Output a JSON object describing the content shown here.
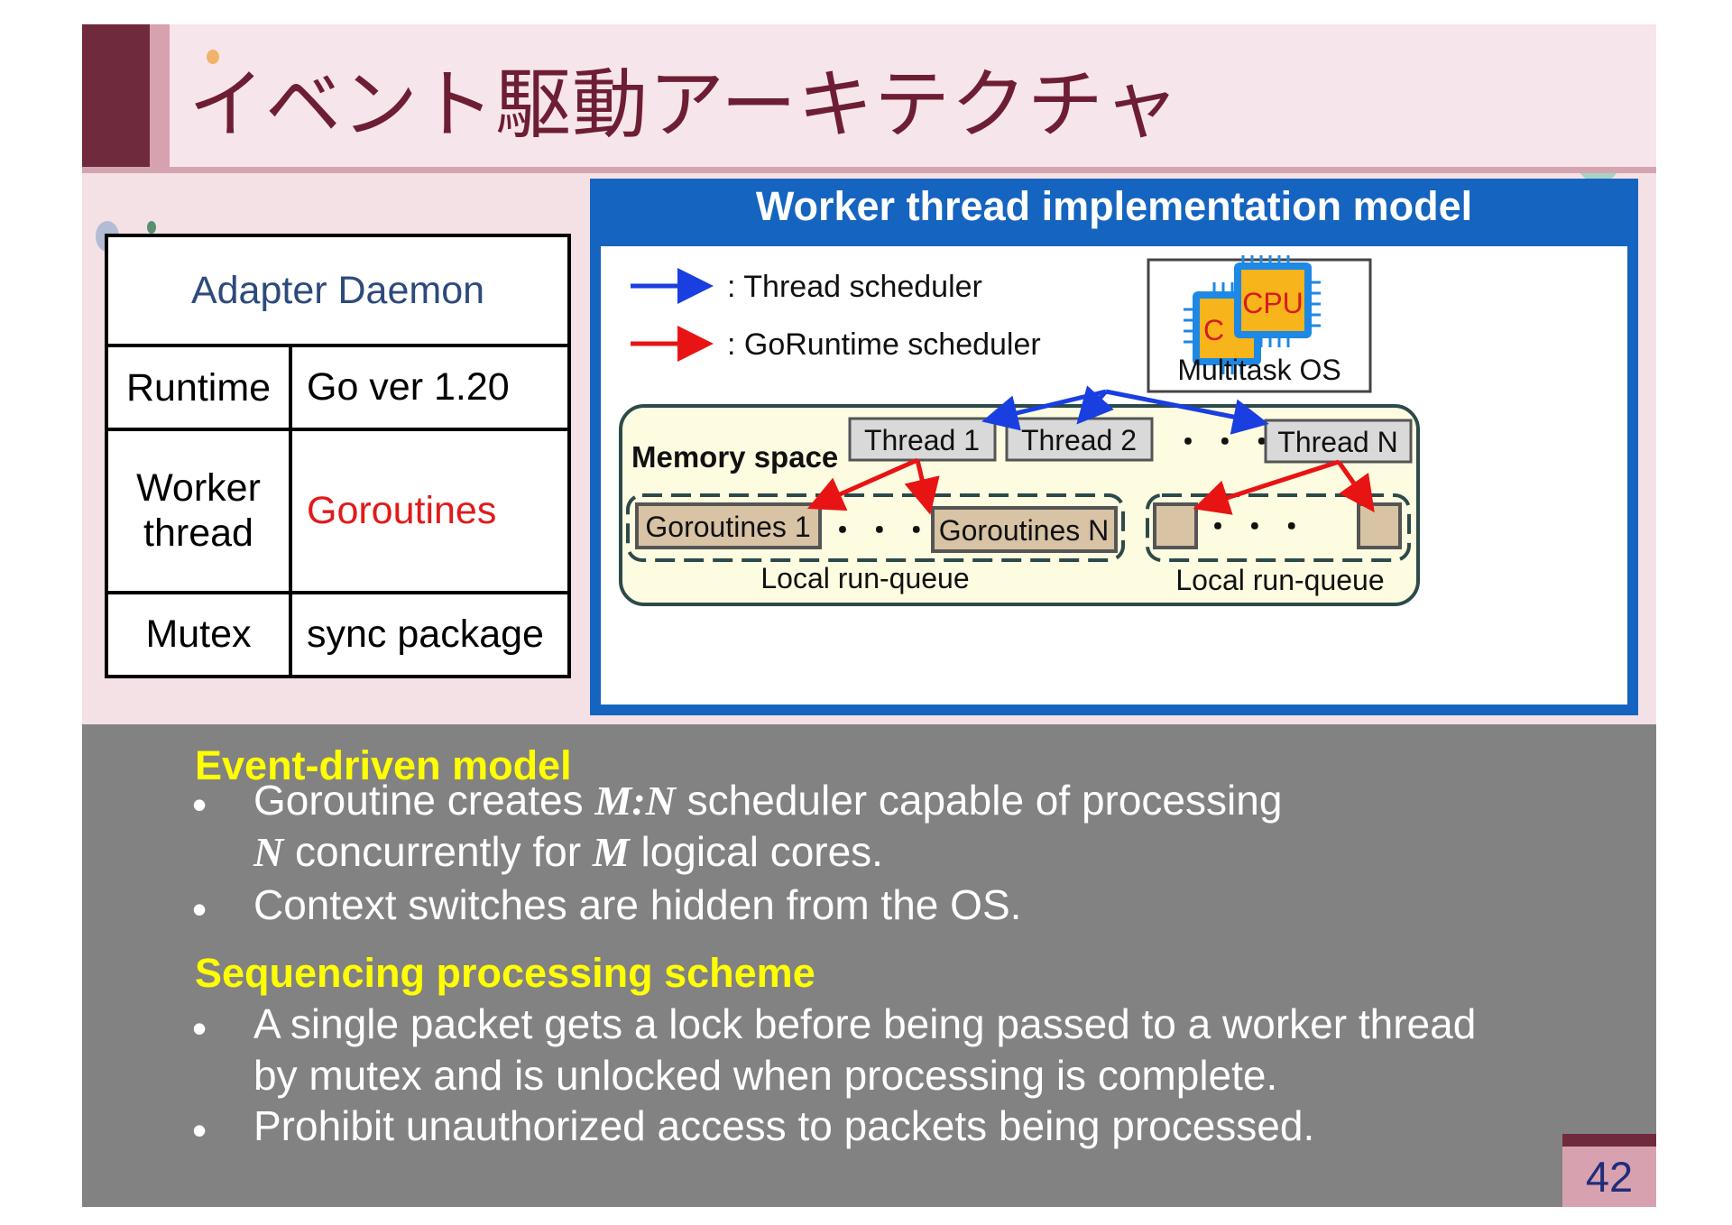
{
  "title": "イベント駆動アーキテクチャ",
  "adapter_table": {
    "header": "Adapter Daemon",
    "rows": [
      {
        "label": "Runtime",
        "value": "Go ver 1.20"
      },
      {
        "label": "Worker thread",
        "value": "Goroutines"
      },
      {
        "label": "Mutex",
        "value": "sync package"
      }
    ]
  },
  "model": {
    "title": "Worker thread implementation model",
    "legend": {
      "thread_scheduler": ": Thread scheduler",
      "goruntime_scheduler": ": GoRuntime scheduler"
    },
    "cpu": {
      "label": "Multitask OS",
      "chip_text": "CPU",
      "chip_back_text": "C"
    },
    "memory_space": "Memory space",
    "threads": [
      "Thread 1",
      "Thread 2",
      "Thread N"
    ],
    "goroutines": [
      "Goroutines 1",
      "Goroutines N"
    ],
    "ellipsis": "・ ・ ・",
    "run_queue_label": "Local run-queue"
  },
  "sections": [
    {
      "heading": "Event-driven model",
      "bullets": [
        {
          "parts": [
            "Goroutine creates ",
            "M:N",
            " scheduler capable of processing"
          ],
          "line2": [
            "N",
            " concurrently for ",
            "M",
            " logical cores."
          ]
        },
        {
          "parts": [
            "Context switches are hidden from the OS."
          ]
        }
      ]
    },
    {
      "heading": "Sequencing processing scheme",
      "bullets": [
        {
          "parts": [
            "A single packet gets a lock before being passed to a worker thread"
          ],
          "line2": [
            "by mutex and is unlocked when processing is complete."
          ]
        },
        {
          "parts": [
            "Prohibit unauthorized access to packets being processed."
          ]
        }
      ]
    }
  ],
  "bullet_char": "•",
  "page_number": "42",
  "colors": {
    "title_dark": "#702a3d",
    "title_accent": "#d8a1b0",
    "title_text": "#6e1e34",
    "model_blue": "#1565c0",
    "thread_arrow": "#1a3fe0",
    "goroutine_arrow": "#e81414",
    "memory_bg": "#fdfbe0",
    "bottom_bg": "#828282",
    "heading_yellow": "#ffff00"
  }
}
